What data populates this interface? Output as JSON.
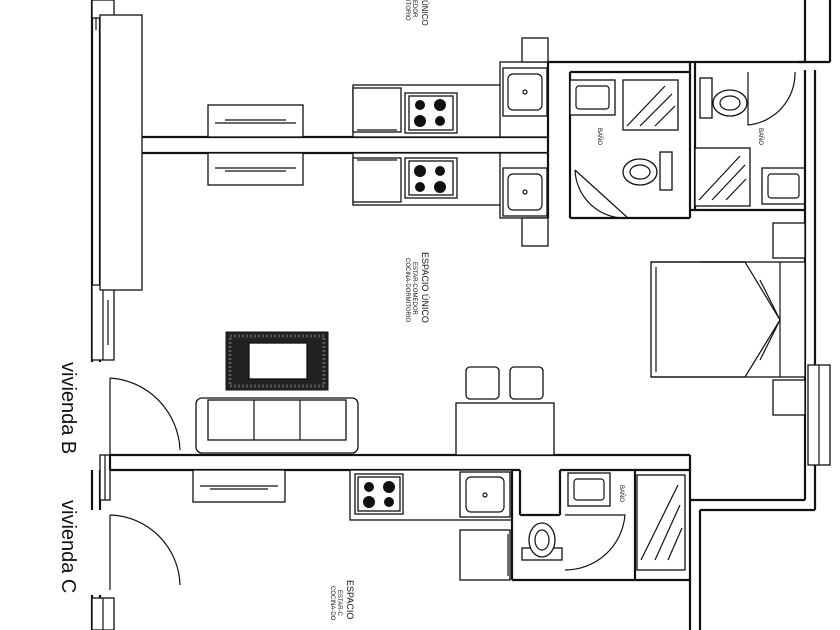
{
  "labels": {
    "unit_b": "vivienda B",
    "unit_c": "vivienda C",
    "room_top_partial_1": "ÚNICO",
    "room_top_partial_2": "EDOR",
    "room_top_partial_3": "ITORIO",
    "room_center_title": "ESPACIO ÚNICO",
    "room_center_sub1": "ESTAR-COMEDOR",
    "room_center_sub2": "COCINA-DORMITORIO",
    "room_bottom_title": "ESPACIO",
    "room_bottom_sub1": "ESTAR-C",
    "room_bottom_sub2": "COCINA-DO",
    "bath_1": "BAÑO",
    "bath_2": "BAÑO",
    "bath_3": "BAÑO"
  }
}
